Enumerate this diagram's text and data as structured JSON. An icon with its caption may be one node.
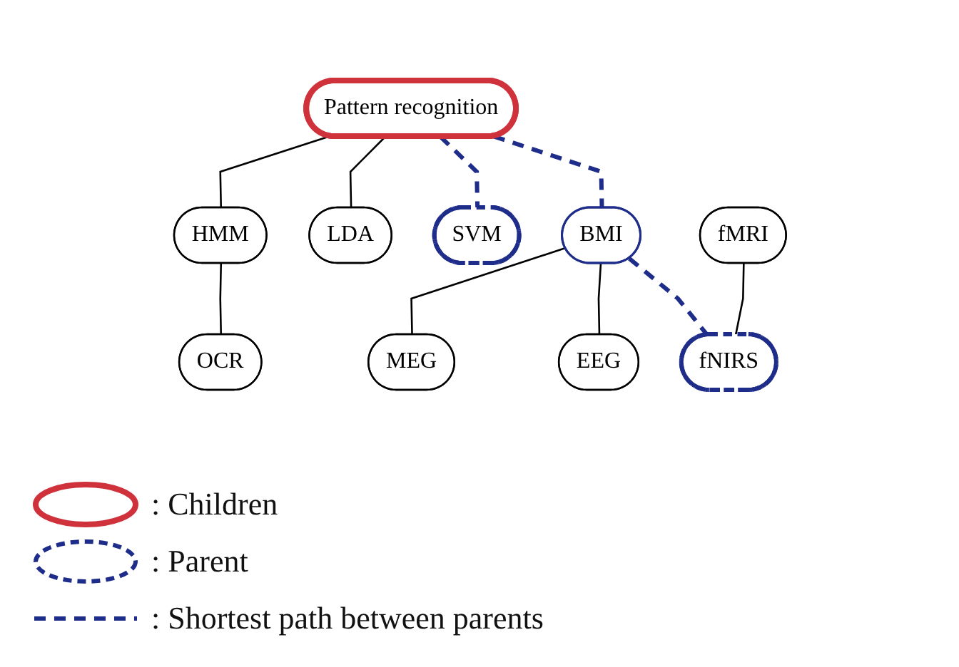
{
  "diagram": {
    "nodes": [
      {
        "text": [
          "Pattern recognition"
        ]
      },
      {
        "text": [
          "HMM"
        ]
      },
      {
        "text": [
          "LDA"
        ]
      },
      {
        "text": [
          "SVM"
        ]
      },
      {
        "text": [
          "BMI"
        ]
      },
      {
        "text": [
          "fMRI"
        ]
      },
      {
        "text": [
          "OCR"
        ]
      },
      {
        "text": [
          "MEG"
        ]
      },
      {
        "text": [
          "EEG"
        ]
      },
      {
        "text": [
          "fNIRS"
        ]
      }
    ],
    "edges": [
      {
        "from": 0,
        "to": 1,
        "arrow": "none"
      },
      {
        "from": 0,
        "to": 2,
        "arrow": "none"
      },
      {
        "from": 0,
        "to": 3,
        "arrow": "none",
        "style": "dashed",
        "color": "#1f2d8a"
      },
      {
        "from": 0,
        "to": 4,
        "arrow": "none",
        "style": "dashed",
        "color": "#1f2d8a"
      },
      {
        "from": 1,
        "to": 6,
        "arrow": "none"
      },
      {
        "from": 4,
        "to": 7,
        "arrow": "none"
      },
      {
        "from": 4,
        "to": 8,
        "arrow": "none"
      },
      {
        "from": 4,
        "to": 9,
        "arrow": "none",
        "style": "dashed",
        "color": "#1f2d8a"
      },
      {
        "from": 5,
        "to": 9,
        "arrow": "none"
      }
    ],
    "legend": [
      {
        "text": ": Children"
      },
      {
        "text": ": Parent"
      },
      {
        "text": ": Shortest path between parents"
      }
    ]
  }
}
